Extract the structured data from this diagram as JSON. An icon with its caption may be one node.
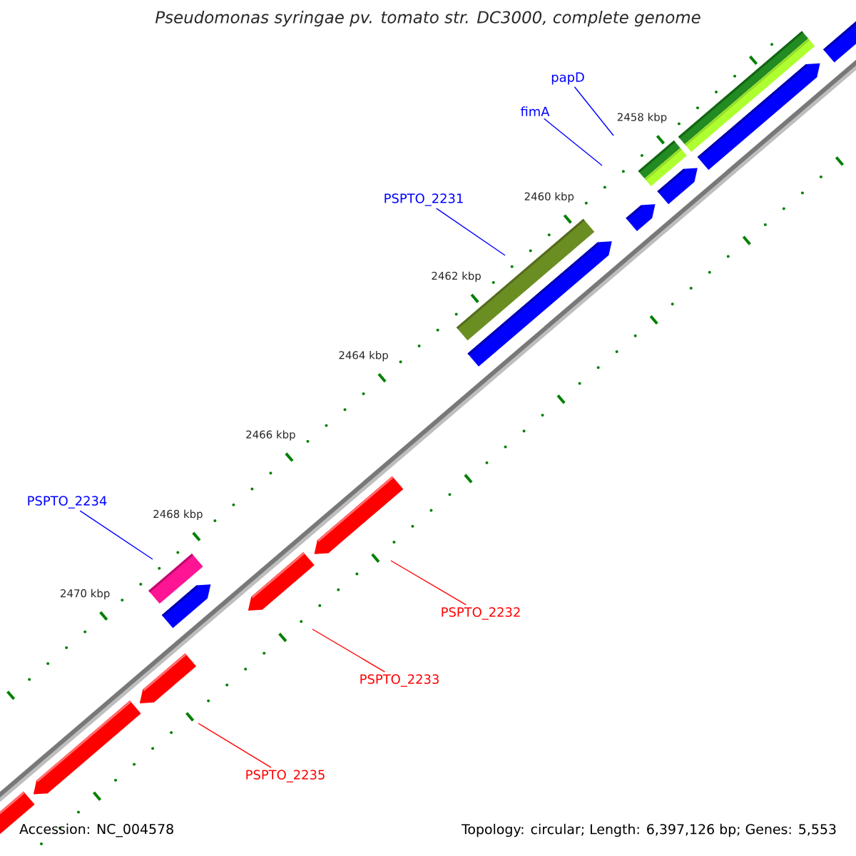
{
  "diagram": {
    "title": "Pseudomonas syringae pv. tomato str. DC3000, complete genome",
    "nodes": [
      {
        "text": [
          "papD"
        ]
      },
      {
        "text": [
          "fimA"
        ]
      },
      {
        "text": [
          "PSPTO_2231"
        ]
      },
      {
        "text": [
          "PSPTO_2234"
        ]
      },
      {
        "text": [
          "PSPTO_2232"
        ]
      },
      {
        "text": [
          "PSPTO_2233"
        ]
      },
      {
        "text": [
          "PSPTO_2235"
        ]
      }
    ],
    "edges": [
      {
        "from": 0,
        "to": null,
        "arrow": "none"
      },
      {
        "from": 1,
        "to": null,
        "arrow": "none"
      },
      {
        "from": 2,
        "to": null,
        "arrow": "none"
      },
      {
        "from": 3,
        "to": null,
        "arrow": "none"
      },
      {
        "from": 4,
        "to": null,
        "arrow": "none",
        "color": "#ff0000"
      },
      {
        "from": 5,
        "to": null,
        "arrow": "none",
        "color": "#ff0000"
      },
      {
        "from": 6,
        "to": null,
        "arrow": "none",
        "color": "#ff0000"
      }
    ],
    "labels": [
      "2458 kbp",
      "2460 kbp",
      "2462 kbp",
      "2464 kbp",
      "2466 kbp",
      "2468 kbp",
      "2470 kbp",
      "Accession: NC_004578",
      "Topology: circular; Length: 6,397,126 bp; Genes: 5,553"
    ]
  }
}
